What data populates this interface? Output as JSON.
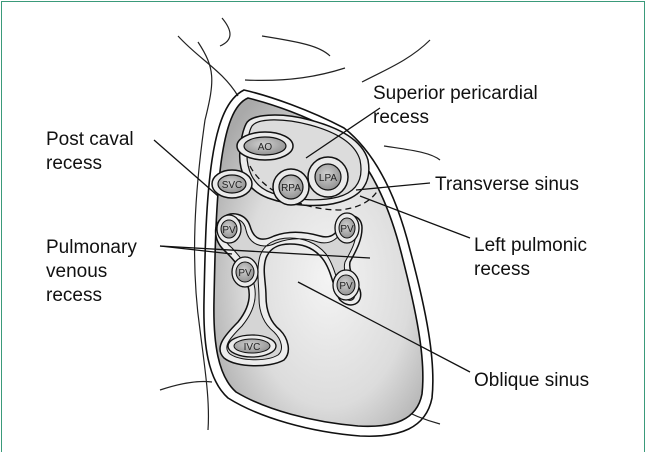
{
  "labels": {
    "superior_pericardial": [
      "Superior pericardial",
      "recess"
    ],
    "post_caval": [
      "Post caval",
      "recess"
    ],
    "transverse_sinus": [
      "Transverse sinus"
    ],
    "pulmonary_venous": [
      "Pulmonary",
      "venous",
      "recess"
    ],
    "left_pulmonic": [
      "Left pulmonic",
      "recess"
    ],
    "oblique_sinus": [
      "Oblique sinus"
    ]
  },
  "structures": {
    "ao": "AO",
    "svc": "SVC",
    "rpa": "RPA",
    "lpa": "LPA",
    "pv_upper_right": "PV",
    "pv_upper_left": "PV",
    "pv_lower_right": "PV",
    "pv_lower_left": "PV",
    "ivc": "IVC"
  }
}
